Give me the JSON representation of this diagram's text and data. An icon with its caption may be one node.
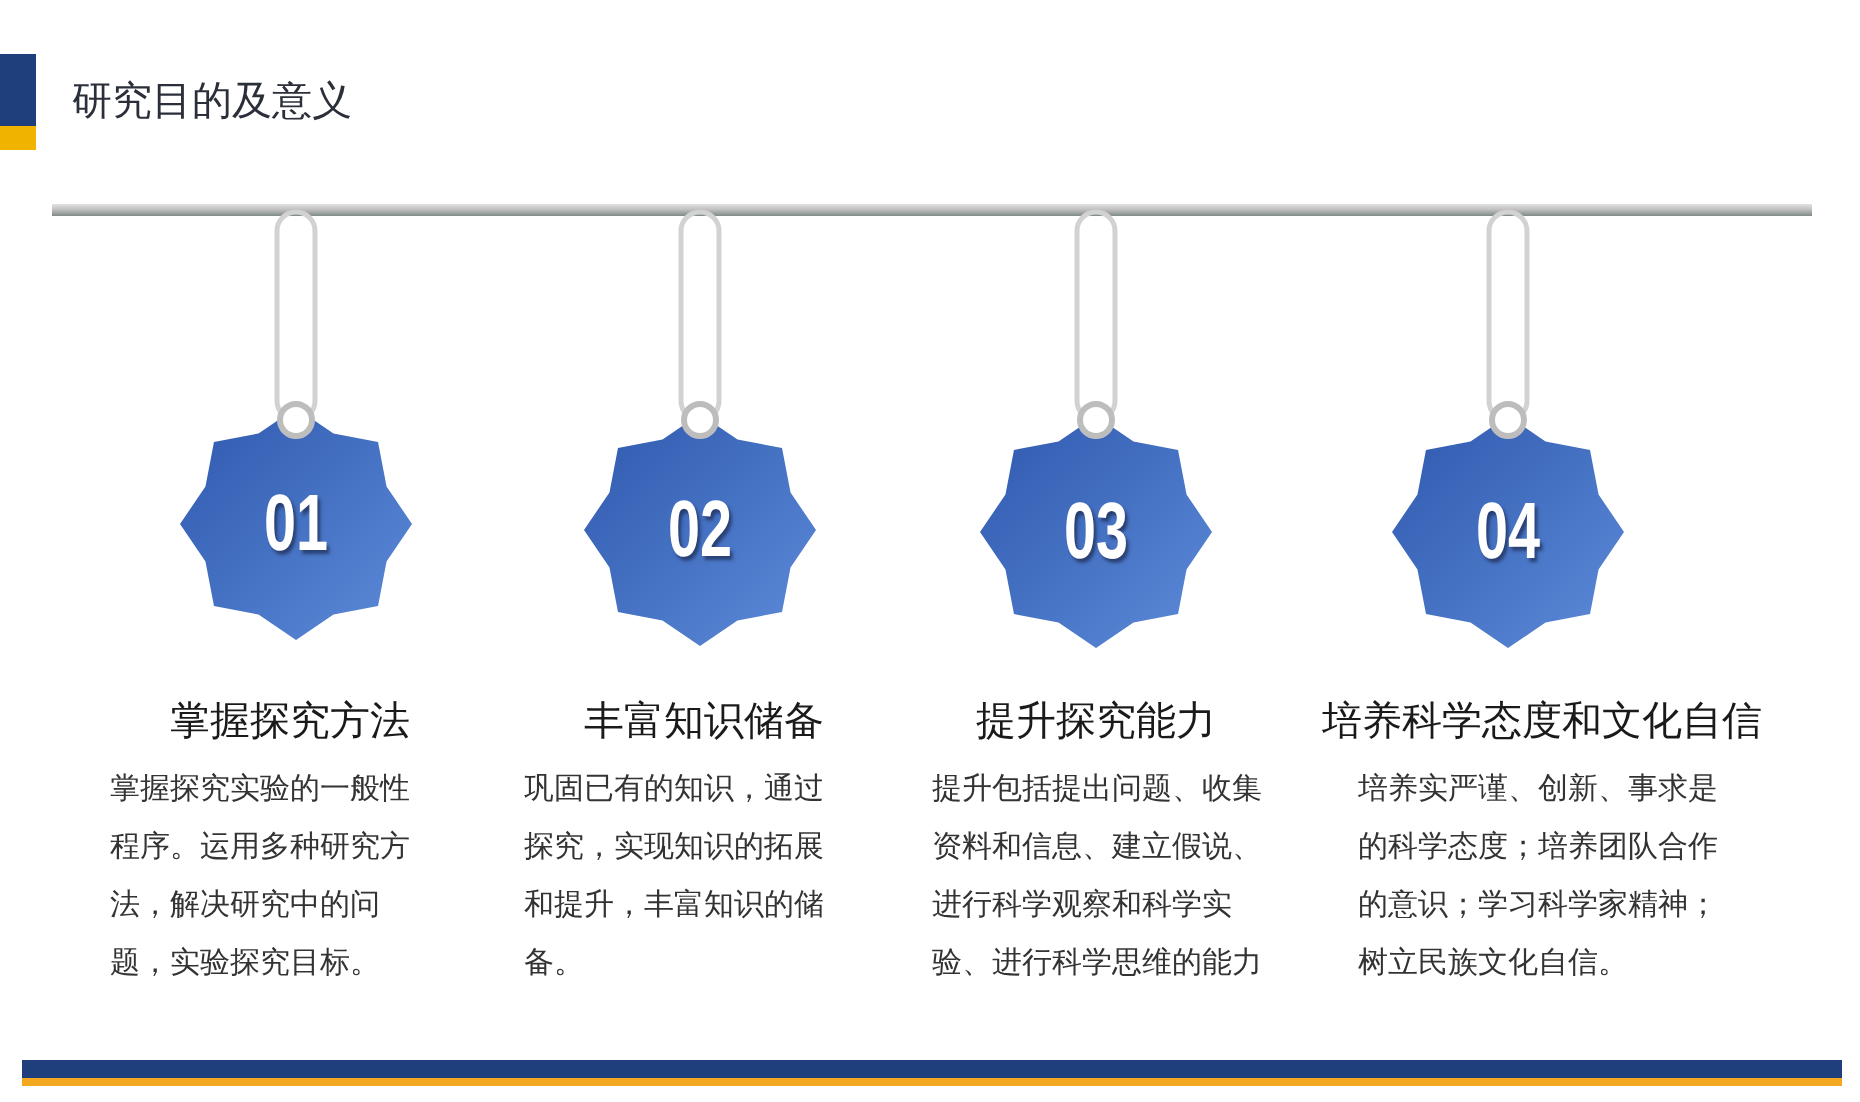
{
  "diagram": {
    "title": "研究目的及意义",
    "nodes": [
      {
        "text": [
          "01"
        ],
        "beside": [
          "掌握探究方法",
          "掌握探究实验的一般性程序。运用多种研究方法，解决研究中的问题，实验探究目标。"
        ]
      },
      {
        "text": [
          "02"
        ],
        "beside": [
          "丰富知识储备",
          "巩固已有的知识，通过探究，实现知识的拓展和提升，丰富知识的储备。"
        ]
      },
      {
        "text": [
          "03"
        ],
        "beside": [
          "提升探究能力",
          "提升包括提出问题、收集资料和信息、建立假说、进行科学观察和科学实验、进行科学思维的能力"
        ]
      },
      {
        "text": [
          "04"
        ],
        "beside": [
          "培养科学态度和文化自信",
          "培养实严谨、创新、事求是的科学态度；培养团队合作的意识；学习科学家精神；树立民族文化自信。"
        ]
      }
    ]
  }
}
